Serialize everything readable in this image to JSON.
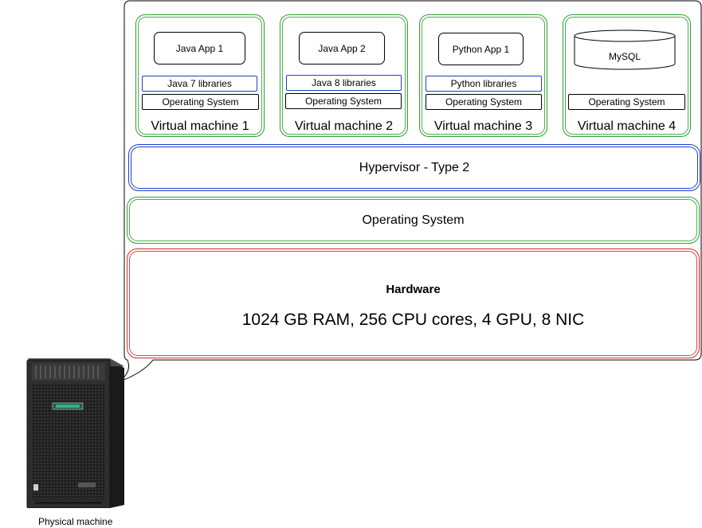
{
  "virtual_machines": [
    {
      "label": "Virtual machine 1",
      "app": "Java App 1",
      "libraries": "Java 7 libraries",
      "os": "Operating System"
    },
    {
      "label": "Virtual machine 2",
      "app": "Java App 2",
      "libraries": "Java 8 libraries",
      "os": "Operating System"
    },
    {
      "label": "Virtual machine 3",
      "app": "Python App 1",
      "libraries": "Python libraries",
      "os": "Operating System"
    },
    {
      "label": "Virtual machine 4",
      "app": "MySQL",
      "os": "Operating System"
    }
  ],
  "hypervisor": {
    "label": "Hypervisor - Type 2"
  },
  "host_os": {
    "label": "Operating System"
  },
  "hardware": {
    "title": "Hardware",
    "spec": "1024 GB RAM, 256 CPU cores, 4 GPU, 8 NIC"
  },
  "physical_machine": {
    "label": "Physical machine"
  },
  "colors": {
    "vm_border": "#2f9e2f",
    "library_border": "#1f3fc8",
    "hypervisor_border": "#1f3fc8",
    "host_os_border": "#2f9e2f",
    "hardware_border": "#d62a2a",
    "server_body": "#2a2a2a"
  }
}
